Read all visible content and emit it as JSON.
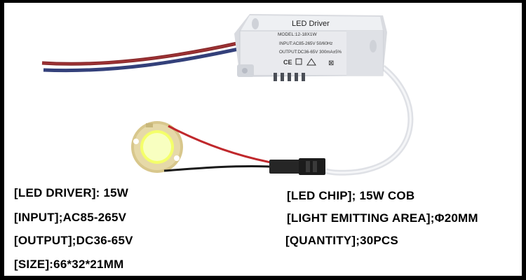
{
  "product": {
    "cover_title": "LED Driver",
    "cover_model": "MODEL:12-18X1W",
    "cover_input": "INPUT:AC85-265V 50/60Hz",
    "cover_output": "OUTPUT:DC36-65V 300mA±5%",
    "cover_ce": "CE"
  },
  "specs": {
    "driver": "[LED DRIVER]:  15W",
    "input": "[INPUT];AC85-265V",
    "output": "[OUTPUT];DC36-65V",
    "size": "[SIZE]:66*32*21MM",
    "chip": "[LED CHIP]; 15W COB",
    "area": "[LIGHT EMITTING AREA];Φ20MM",
    "quantity": "[QUANTITY];30PCS"
  },
  "colors": {
    "frame": "#000000",
    "background": "#ffffff",
    "case": "#e9eaee",
    "wire_red": "#c0282c",
    "wire_blue": "#33407a"
  }
}
